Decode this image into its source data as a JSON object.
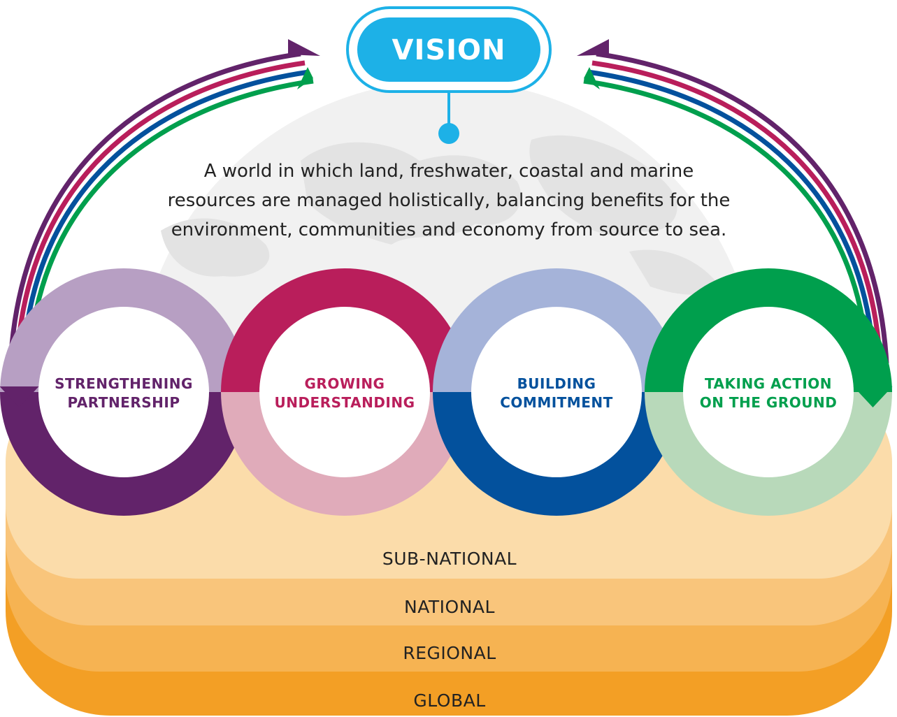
{
  "vision": {
    "label": "VISION",
    "description_lines": [
      "A world in which land, freshwater, coastal and marine",
      "resources are managed holistically, balancing benefits for the",
      "environment, communities and economy from source to sea."
    ]
  },
  "circles": [
    {
      "line1": "STRENGTHENING",
      "line2": "PARTNERSHIP",
      "dark_color": "#62236a",
      "light_color": "#b79fc3",
      "text_color": "#62236a"
    },
    {
      "line1": "GROWING",
      "line2": "UNDERSTANDING",
      "dark_color": "#b91e5b",
      "light_color": "#e0abba",
      "text_color": "#b91e5b"
    },
    {
      "line1": "BUILDING",
      "line2": "COMMITMENT",
      "dark_color": "#03519d",
      "light_color": "#a5b3d9",
      "text_color": "#03519d"
    },
    {
      "line1": "TAKING ACTION",
      "line2": "ON THE GROUND",
      "dark_color": "#009f4d",
      "light_color": "#b8d9ba",
      "text_color": "#009f4d"
    }
  ],
  "levels": [
    {
      "label": "SUB-NATIONAL",
      "color": "#fbdcaa"
    },
    {
      "label": "NATIONAL",
      "color": "#f9c57b"
    },
    {
      "label": "REGIONAL",
      "color": "#f6b352"
    },
    {
      "label": "GLOBAL",
      "color": "#f39f25"
    }
  ],
  "colors": {
    "vision_fill": "#1db1e7",
    "vision_border": "#1db1e7",
    "arrow_stripes": [
      "#62236a",
      "#b91e5b",
      "#03519d",
      "#009f4d"
    ],
    "globe": "#e6e6e6"
  }
}
